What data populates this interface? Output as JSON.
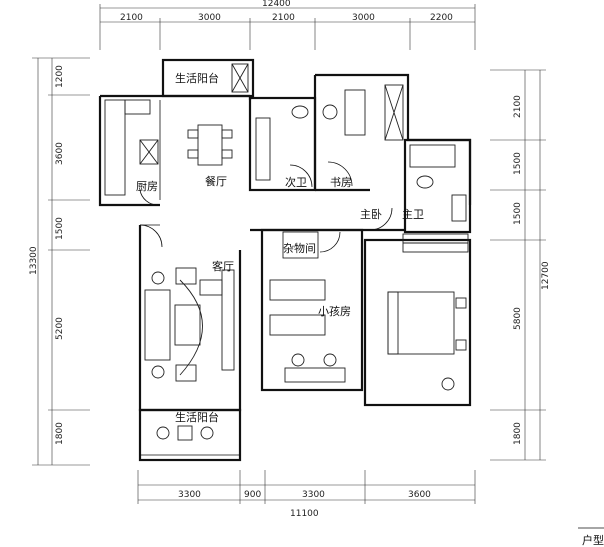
{
  "dimensions": {
    "top_total": "12400",
    "top": [
      "2100",
      "3000",
      "2100",
      "3000",
      "2200"
    ],
    "bottom_total": "11100",
    "bottom": [
      "3300",
      "900",
      "3300",
      "3600"
    ],
    "left_total": "13300",
    "left": [
      "1200",
      "3600",
      "1500",
      "5200",
      "1800"
    ],
    "right_total": "12700",
    "right": [
      "2100",
      "1500",
      "1500",
      "5800",
      "1800"
    ]
  },
  "rooms": {
    "balcony_top": "生活阳台",
    "kitchen": "厨房",
    "dining": "餐厅",
    "guest_wc": "次卫",
    "study": "书房",
    "corridor": "主卧",
    "master_wc": "主卫",
    "storage": "杂物间",
    "living": "客厅",
    "kids_room": "小孩房",
    "balcony_bottom": "生活阳台"
  },
  "footer_fragment": "户型"
}
